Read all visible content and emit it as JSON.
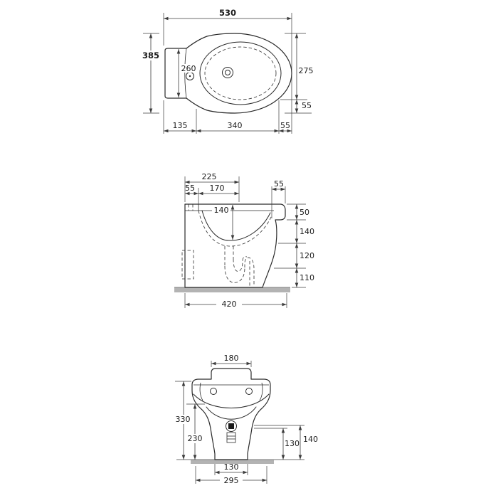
{
  "drawing": {
    "subject": "bidet orthographic technical drawing",
    "units": "mm",
    "views": [
      "top",
      "side",
      "front"
    ]
  },
  "top_view": {
    "overall_length": "530",
    "overall_width": "385",
    "rear_width": "260",
    "bowl_width": "275",
    "side_rim": "55",
    "rear_offset": "135",
    "bowl_length": "340",
    "front_rim": "55"
  },
  "side_view": {
    "rear_span": "225",
    "rear_lip": "55",
    "lip_to_center": "170",
    "front_lip": "55",
    "bowl_depth": "140",
    "rim_height": "50",
    "upper_height": "140",
    "middle_height": "120",
    "lower_height": "110",
    "overall_depth": "420"
  },
  "front_view": {
    "top_width": "180",
    "overall_height": "330",
    "bowl_height": "230",
    "drain_height": "130",
    "outlet_height": "140",
    "base_width": "130",
    "overall_width": "295"
  },
  "colors": {
    "line": "#2a2a2a",
    "dimension": "#3c3c3c",
    "floor": "#b3b3b3",
    "background": "#ffffff"
  }
}
